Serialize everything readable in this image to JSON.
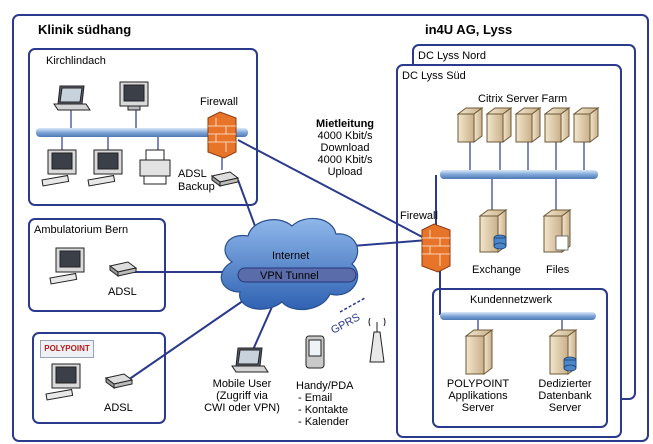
{
  "titles": {
    "left": "Klinik südhang",
    "right": "in4U AG, Lyss"
  },
  "sites": {
    "kirchlindach": "Kirchlindach",
    "ambulatorium": "Ambulatorium Bern",
    "dc_nord": "DC Lyss Nord",
    "dc_sued": "DC Lyss Süd",
    "kundennetz": "Kundennetzwerk"
  },
  "labels": {
    "firewall_left": "Firewall",
    "adsl_backup_1": "ADSL",
    "adsl_backup_2": "Backup",
    "mietleitung": "Mietleitung",
    "speed1": "4000 Kbit/s",
    "speed2": "Download",
    "speed3": "4000 Kbit/s",
    "speed4": "Upload",
    "citrix": "Citrix Server Farm",
    "firewall_right": "Firewall",
    "exchange": "Exchange",
    "files": "Files",
    "internet": "Internet",
    "vpn": "VPN Tunnel",
    "adsl_amb": "ADSL",
    "adsl_pp": "ADSL",
    "polypoint_logo": "POLYPOINT",
    "gprs": "GPRS",
    "mobile_1": "Mobile User",
    "mobile_2": "(Zugriff via",
    "mobile_3": "CWI oder VPN)",
    "handy_1": "Handy/PDA",
    "handy_2": "- Email",
    "handy_3": "- Kontakte",
    "handy_4": "- Kalender",
    "pp_1": "POLYPOINT",
    "pp_2": "Applikations",
    "pp_3": "Server",
    "db_1": "Dedizierter",
    "db_2": "Datenbank",
    "db_3": "Server"
  },
  "colors": {
    "box_border": "#2b3a8c",
    "link": "#2b3a8c",
    "bus": "#8fb3e0",
    "cloud": "#4f86d0",
    "firewall": "#e8742a",
    "server": "#e8d6b2"
  }
}
